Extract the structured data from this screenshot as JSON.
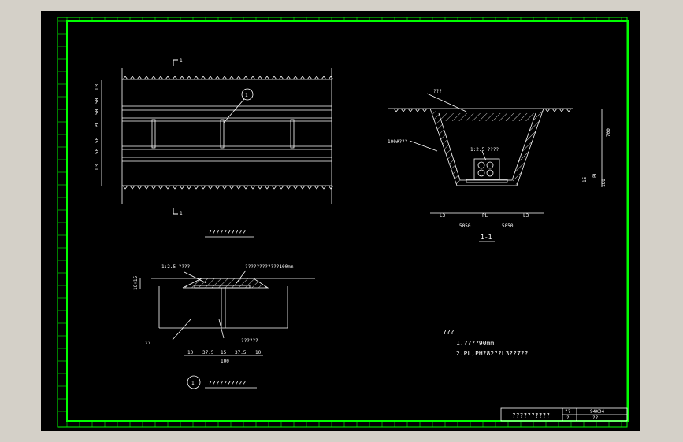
{
  "section_markers": {
    "top": "1",
    "bottom": "1"
  },
  "plan": {
    "title": "??????????",
    "detail_circle": "1",
    "dims_left": [
      "L3",
      "50",
      "50",
      "PL",
      "50",
      "50",
      "L3"
    ]
  },
  "section": {
    "ground_label": "???",
    "layer_label": "100#???",
    "sand_label": "1:2.5 ????",
    "dims_right": [
      "700",
      "15",
      "PL",
      "100"
    ],
    "dims_bottom": [
      "L3",
      "PL",
      "L3"
    ],
    "sub_dims": [
      "5050",
      "5050"
    ],
    "title": "1-1"
  },
  "detail": {
    "top_label": "1:2.5 ????",
    "right_label": "????????????100mm",
    "left_dim": "10+15",
    "bottom_left_label": "??",
    "bottom_right_label": "??????",
    "dims": [
      "10",
      "37.5",
      "15",
      "37.5",
      "10"
    ],
    "total": "100",
    "circle": "1",
    "title": "??????????"
  },
  "notes": {
    "heading": "???",
    "line1": "1.????90mm",
    "line2": "2.PL,PH?82??L3??7??"
  },
  "title_block": {
    "name": "??????????",
    "cell1": "??",
    "cell2": "94X04",
    "cell3": "?",
    "cell4": "??"
  },
  "colors": {
    "paper": "#000000",
    "frame": "#00ff00",
    "line": "#ffffff",
    "window": "#d4d0c8"
  }
}
